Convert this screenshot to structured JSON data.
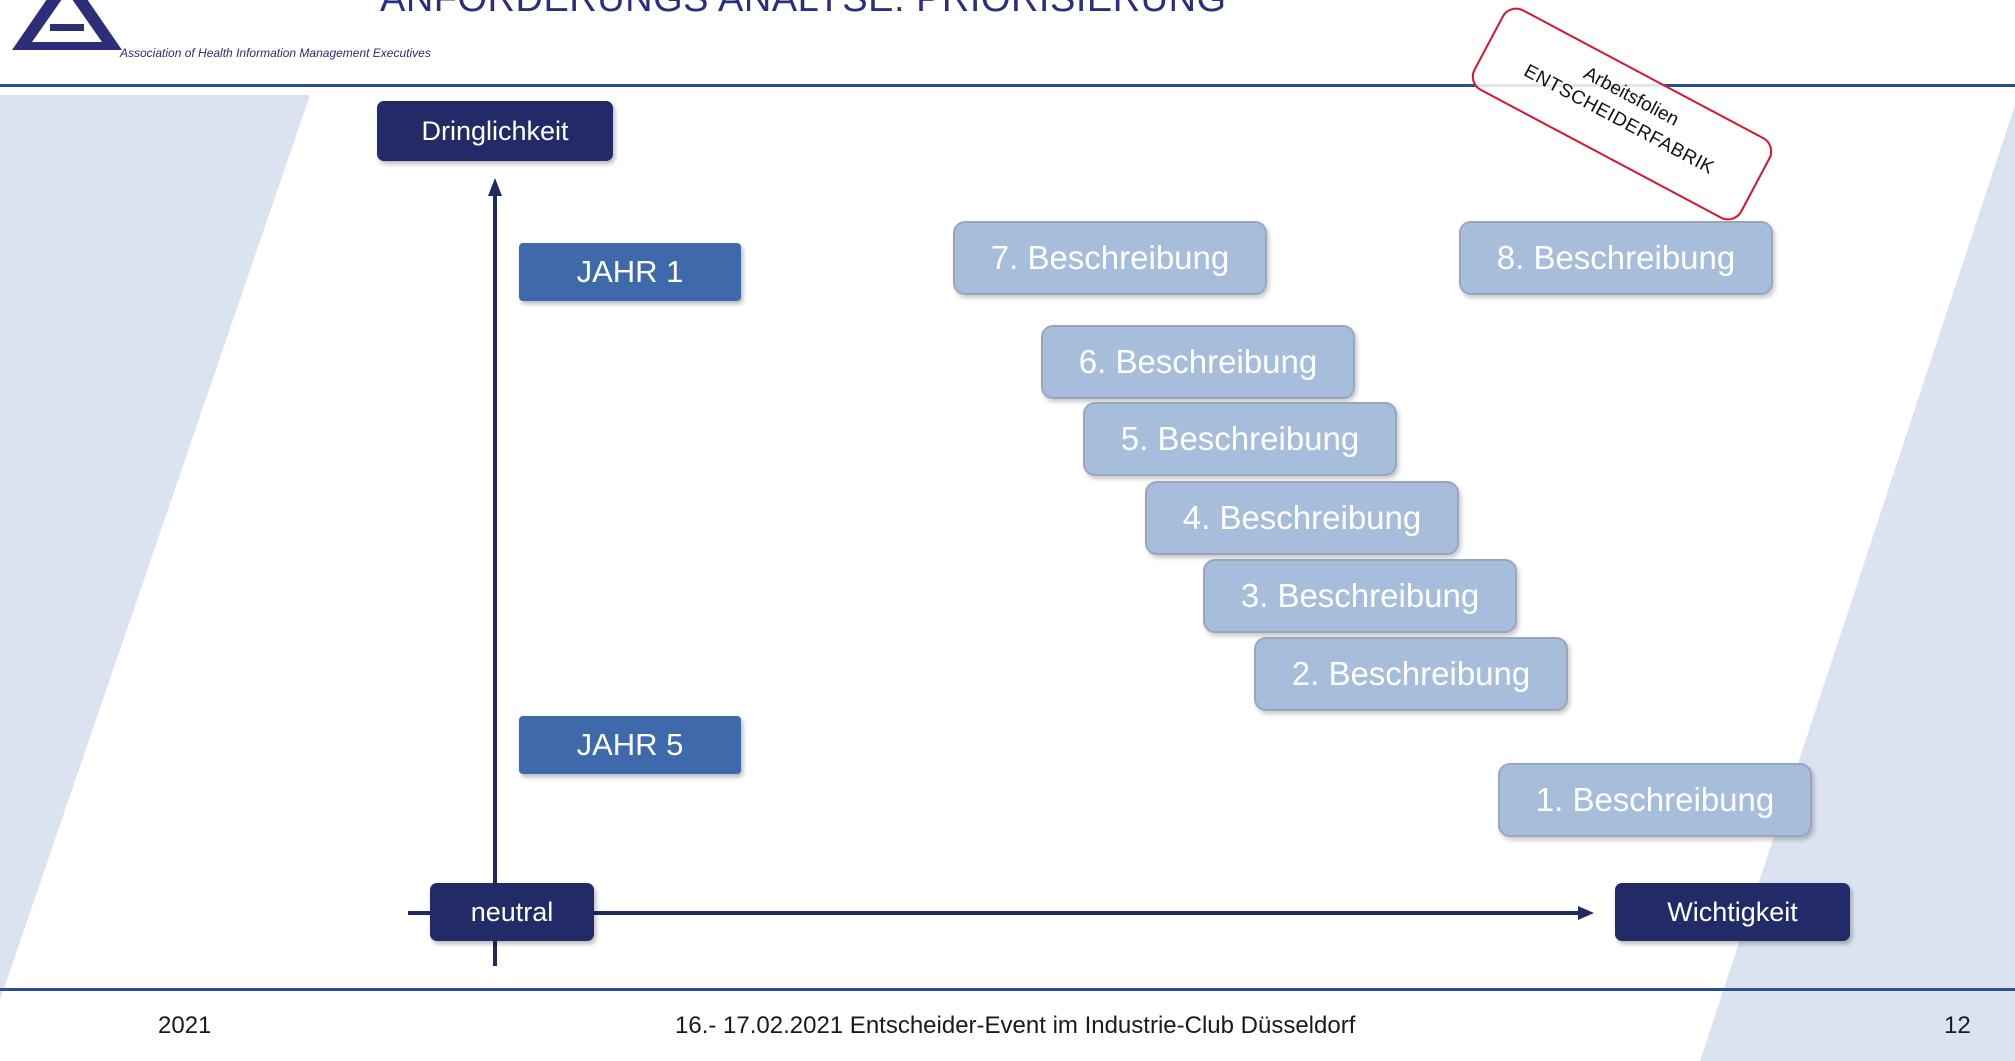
{
  "header": {
    "title": "ANFORDERUNGS ANALYSE: PRIORISIERUNG",
    "org_tagline": "Association of Health Information Management Executives"
  },
  "stamp": {
    "line1": "Arbeitsfolien",
    "line2": "ENTSCHEIDERFABRIK"
  },
  "diagram": {
    "y_axis_label": "Dringlichkeit",
    "x_axis_label": "Wichtigkeit",
    "origin_label": "neutral",
    "year_labels": [
      "JAHR 1",
      "JAHR 5"
    ],
    "items": [
      "7. Beschreibung",
      "8. Beschreibung",
      "6. Beschreibung",
      "5. Beschreibung",
      "4. Beschreibung",
      "3. Beschreibung",
      "2. Beschreibung",
      "1. Beschreibung"
    ]
  },
  "footer": {
    "year": "2021",
    "event": "16.- 17.02.2021 Entscheider-Event im Industrie-Club Düsseldorf",
    "page": "12"
  },
  "colors": {
    "axis": "#1f2a5e",
    "axis_label_box": "#222a68",
    "year_box": "#3e6aab",
    "item_box": "#a7bddc",
    "stamp": "#d8142f"
  }
}
